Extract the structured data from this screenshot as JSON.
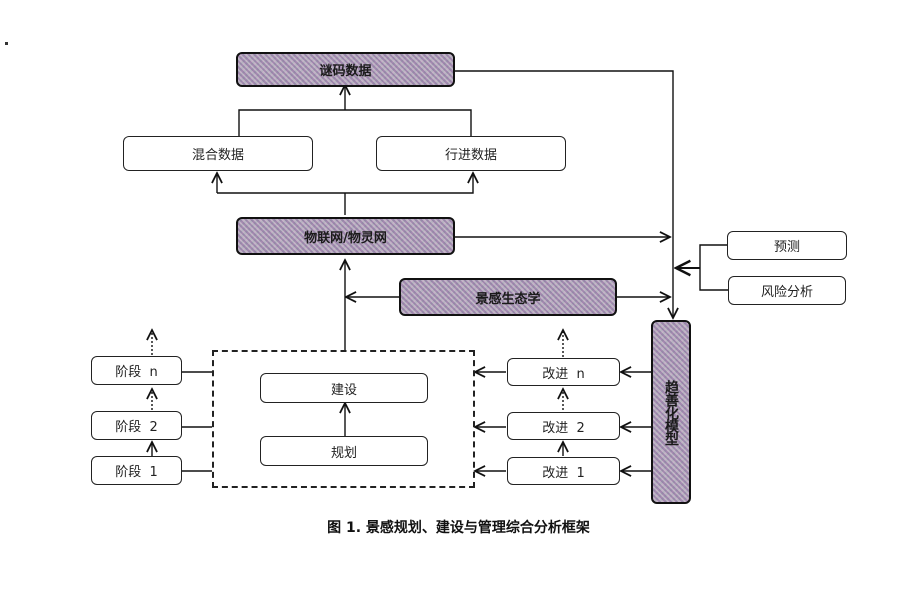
{
  "nodes": {
    "code_data": "谜码数据",
    "mixed_data": "混合数据",
    "travel_data": "行进数据",
    "iot": "物联网/物灵网",
    "landscape_ecology": "景感生态学",
    "prediction": "预测",
    "risk_analysis": "风险分析",
    "construction": "建设",
    "planning": "规划",
    "stage_n": "阶段  n",
    "stage_2": "阶段  2",
    "stage_1": "阶段  1",
    "improve_n": "改进  n",
    "improve_2": "改进  2",
    "improve_1": "改进  1",
    "trend_model": "趋善化模型"
  },
  "edges": [
    {
      "from": "mixed_data",
      "to": "code_data"
    },
    {
      "from": "travel_data",
      "to": "code_data"
    },
    {
      "from": "iot",
      "to": "mixed_data"
    },
    {
      "from": "iot",
      "to": "travel_data"
    },
    {
      "from": "code_data",
      "to": "trend_model"
    },
    {
      "from": "iot",
      "to": "trend_model"
    },
    {
      "from": "landscape_ecology",
      "to": "trend_model"
    },
    {
      "from": "landscape_ecology",
      "to": "iot"
    },
    {
      "from": "prediction",
      "to": "trend_model"
    },
    {
      "from": "risk_analysis",
      "to": "trend_model"
    },
    {
      "from": "planning_construction_group",
      "to": "iot"
    },
    {
      "from": "planning",
      "to": "construction"
    },
    {
      "from": "stage_1",
      "to": "stage_2"
    },
    {
      "from": "stage_2",
      "to": "stage_n",
      "style": "dotted"
    },
    {
      "from": "improve_1",
      "to": "improve_2"
    },
    {
      "from": "improve_2",
      "to": "improve_n",
      "style": "dotted"
    },
    {
      "from": "trend_model",
      "to": "improve_1"
    },
    {
      "from": "trend_model",
      "to": "improve_2"
    },
    {
      "from": "trend_model",
      "to": "improve_n"
    },
    {
      "from": "improve_1",
      "to": "planning_construction_group"
    },
    {
      "from": "improve_2",
      "to": "planning_construction_group"
    },
    {
      "from": "improve_n",
      "to": "planning_construction_group"
    }
  ],
  "caption": "图 1.  景感规划、建设与管理综合分析框架"
}
